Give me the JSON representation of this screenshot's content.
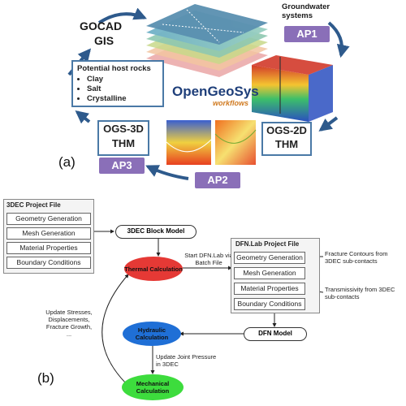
{
  "panel_a": {
    "label": "(a)",
    "gocad": "GOCAD",
    "gis": "GIS",
    "groundwater": "Groundwater systems",
    "ap1": "AP1",
    "ap2": "AP2",
    "ap3": "AP3",
    "host_rocks_title": "Potential host rocks",
    "host_rocks": [
      "Clay",
      "Salt",
      "Crystalline"
    ],
    "logo_main": "OpenGeoSys",
    "logo_sub": "workflows",
    "ogs2d": "OGS-2D",
    "ogs3d": "OGS-3D",
    "thm": "THM"
  },
  "panel_b": {
    "label": "(b)",
    "project_3dec_title": "3DEC Project File",
    "project_3dec_items": [
      "Geometry Generation",
      "Mesh Generation",
      "Material Properties",
      "Boundary Conditions"
    ],
    "block_model": "3DEC Block Model",
    "thermal": "Thermal Calculation",
    "start_dfn": "Start DFN.Lab via Batch File",
    "dfn_title": "DFN.Lab Project File",
    "dfn_items": [
      "Geometry Generation",
      "Mesh Generation",
      "Material Properties",
      "Boundary Conditions"
    ],
    "fracture_contours": "Fracture Contours from 3DEC sub-contacts",
    "transmissivity": "Transmissivity from 3DEC sub-contacts",
    "dfn_model": "DFN Model",
    "hydraulic": "Hydraulic Calculation",
    "update_joint": "Update Joint Pressure in 3DEC",
    "mechanical": "Mechanical Calculation",
    "update_stresses": "Update Stresses, Displacements, Fracture Growth, ..."
  },
  "colors": {
    "ap_purple": "#8a6fb8",
    "arrow_blue": "#2e5a8c",
    "thermal_red": "#e53935",
    "hydraulic_blue": "#1f6fd6",
    "mechanical_green": "#3ddc3d"
  }
}
